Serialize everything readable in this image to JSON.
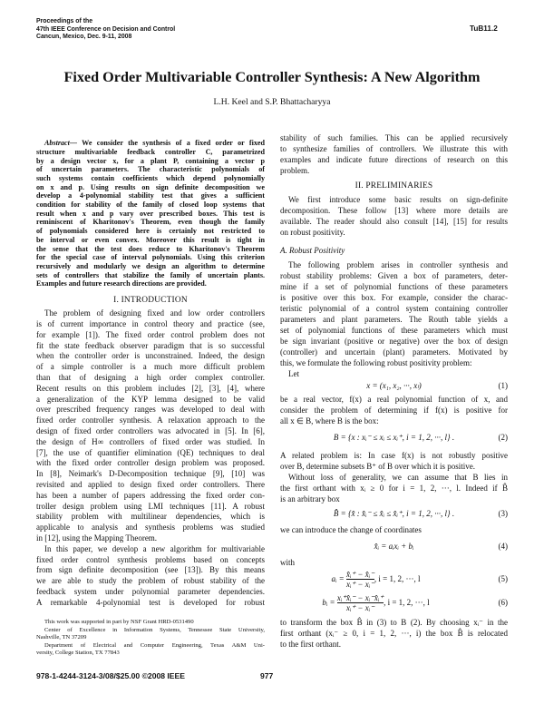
{
  "header": {
    "proceedings_lines": [
      "Proceedings of the",
      "47th IEEE Conference on Decision and Control",
      "Cancun, Mexico, Dec. 9-11, 2008"
    ],
    "session_code": "TuB11.2"
  },
  "title": "Fixed Order Multivariable Controller Synthesis: A New Algorithm",
  "authors": "L.H. Keel  and S.P. Bhattacharyya",
  "abstract": {
    "label": "Abstract",
    "lines": [
      "— We consider the synthesis of a fixed order or fixed",
      "structure multivariable feedback controller C, parametrized",
      "by a design vector x, for a plant P, containing a vector p",
      "of uncertain parameters. The characteristic polynomials of",
      "such systems contain coefficients which depend polynomially",
      "on x and p. Using results on sign definite decomposition we",
      "develop a 4-polynomial stability test that gives a sufficient",
      "condition for stability of the family of closed loop systems that",
      "result when x and p vary over prescribed boxes. This test is",
      "reminiscent of Kharitonov's Theorem, even though the family",
      "of polynomials considered here is certainly not restricted to",
      "be interval or even convex. Moreover this result is tight in",
      "the sense that the test does reduce to Kharitonov's Theorem",
      "for the special case of interval polynomials. Using this criterion",
      "recursively and modularly we design an algorithm to determine",
      "sets of controllers that stabilize the family of uncertain plants.",
      "Examples and future research directions are provided."
    ]
  },
  "intro": {
    "heading": "I. INTRODUCTION",
    "p1": [
      "The problem of designing fixed and low order controllers",
      "is of current importance in control theory and practice (see,",
      "for example [1]). The fixed order control problem does not",
      "fit the state feedback observer paradigm that is so successful",
      "when the controller order is unconstrained. Indeed, the design",
      "of a simple controller is a much more difficult problem",
      "than that of designing a high order complex controller.",
      "Recent results on this problem includes [2], [3], [4], where",
      "a generalization of the KYP lemma designed to be valid",
      "over prescribed frequency ranges was developed to deal with",
      "fixed order controller synthesis. A relaxation approach to the",
      "design of fixed order controllers was advocated in [5]. In [6],",
      "the design of H∞ controllers of fixed order was studied. In",
      "[7], the use of quantifier elimination (QE) techniques to deal",
      "with the fixed order controller design problem was proposed.",
      "In [8], Neimark's D-Decomposition technique [9], [10] was",
      "revisited and applied to design fixed order controllers. There",
      "has been a number of papers addressing the fixed order con-",
      "troller design problem using LMI techniques [11]. A robust",
      "stability problem with multilinear dependencies, which is",
      "applicable to analysis and synthesis problems was studied",
      "in [12], using the Mapping Theorem."
    ],
    "p2": [
      "In this paper, we develop a new algorithm for multivariable",
      "fixed order control synthesis problems based on concepts",
      "from sign definite decomposition (see [13]). By this means",
      "we are able to study the problem of robust stability of the",
      "feedback system under polynomial parameter dependencies.",
      "A remarkable 4-polynomial test is developed for robust"
    ],
    "p2_cont": [
      "stability of such families. This can be applied recursively",
      "to synthesize families of controllers. We illustrate this with",
      "examples and indicate future directions of research on this",
      "problem."
    ]
  },
  "footnotes": [
    "This work was supported in part by NSF Grant HRD-0531490",
    "Center of Excellence in Information Systems, Tennessee State University,",
    "Nashville, TN 37209",
    "Department of Electrical and Computer Engineering, Texas A&M Uni-",
    "versity, College Station, TX 77843"
  ],
  "prelim": {
    "heading": "II. PRELIMINARIES",
    "p1": [
      "We first introduce some basic results on sign-definite",
      "decomposition. These follow [13] where more details are",
      "available. The reader should also consult [14], [15] for results",
      "on robust positivity."
    ],
    "subsection": "A. Robust Positivity",
    "p2": [
      "The following problem arises in controller synthesis and",
      "robust stability problems: Given a box of parameters, deter-",
      "mine if a set of polynomial functions of these parameters",
      "is positive over this box. For example, consider the charac-",
      "teristic polynomial of a control system containing controller",
      "parameters and plant parameters. The Routh table yields a",
      "set of polynomial functions of these parameters which must",
      "be sign invariant (positive or negative) over the box of design",
      "(controller) and uncertain (plant) parameters. Motivated by",
      "this, we formulate the following robust positivity problem:"
    ],
    "let": "Let",
    "eq1": {
      "expr": "x = (x₁, x₂, ···, xₗ)",
      "num": "(1)"
    },
    "p3": [
      "be a real vector, f(x) a real polynomial function of x, and",
      "consider the problem of determining if f(x) is positive for",
      "all x ∈ B, where B is the box:"
    ],
    "eq2": {
      "expr": "B = {x : xᵢ⁻ ≤ xᵢ ≤ xᵢ⁺,   i = 1, 2, ···, l} .",
      "num": "(2)"
    },
    "p4": [
      "A related problem is: In case f(x) is not robustly positive",
      "over B, determine subsets B⁺ of B over which it is positive."
    ],
    "p5": [
      "Without loss of generality, we can assume that B lies in",
      "the first orthant with xᵢ ≥ 0 for i = 1, 2, ···, l. Indeed if B̂",
      "is an arbitrary box"
    ],
    "eq3": {
      "expr": "B̂ = {x̂ : x̂ᵢ⁻ ≤ x̂ᵢ ≤ x̂ᵢ⁺,   i = 1, 2, ···, l} .",
      "num": "(3)"
    },
    "p6": [
      "we can introduce the change of coordinates"
    ],
    "eq4": {
      "expr": "x̂ᵢ = aᵢxᵢ + bᵢ",
      "num": "(4)"
    },
    "with": "with",
    "eq5": {
      "lhs": "aᵢ = ",
      "numerator": "x̂ᵢ⁺ − x̂ᵢ⁻",
      "denominator": "xᵢ⁺ − xᵢ⁻",
      "cond": ",    i = 1, 2, ···, l",
      "num": "(5)"
    },
    "eq6": {
      "lhs": "bᵢ = ",
      "numerator": "xᵢ⁺x̂ᵢ⁻ − xᵢ⁻x̂ᵢ⁺",
      "denominator": "xᵢ⁺ − xᵢ⁻",
      "cond": ",    i = 1, 2, ···, l",
      "num": "(6)"
    },
    "p7": [
      "to transform the box B̂ in (3) to B (2). By choosing xᵢ⁻ in the",
      "first orthant (xᵢ⁻ ≥ 0, i = 1, 2, ···, i) the box B̂ is relocated",
      "to the first orthant."
    ]
  },
  "footer": {
    "copyright": "978-1-4244-3124-3/08/$25.00 ©2008 IEEE",
    "page_number": "977"
  }
}
